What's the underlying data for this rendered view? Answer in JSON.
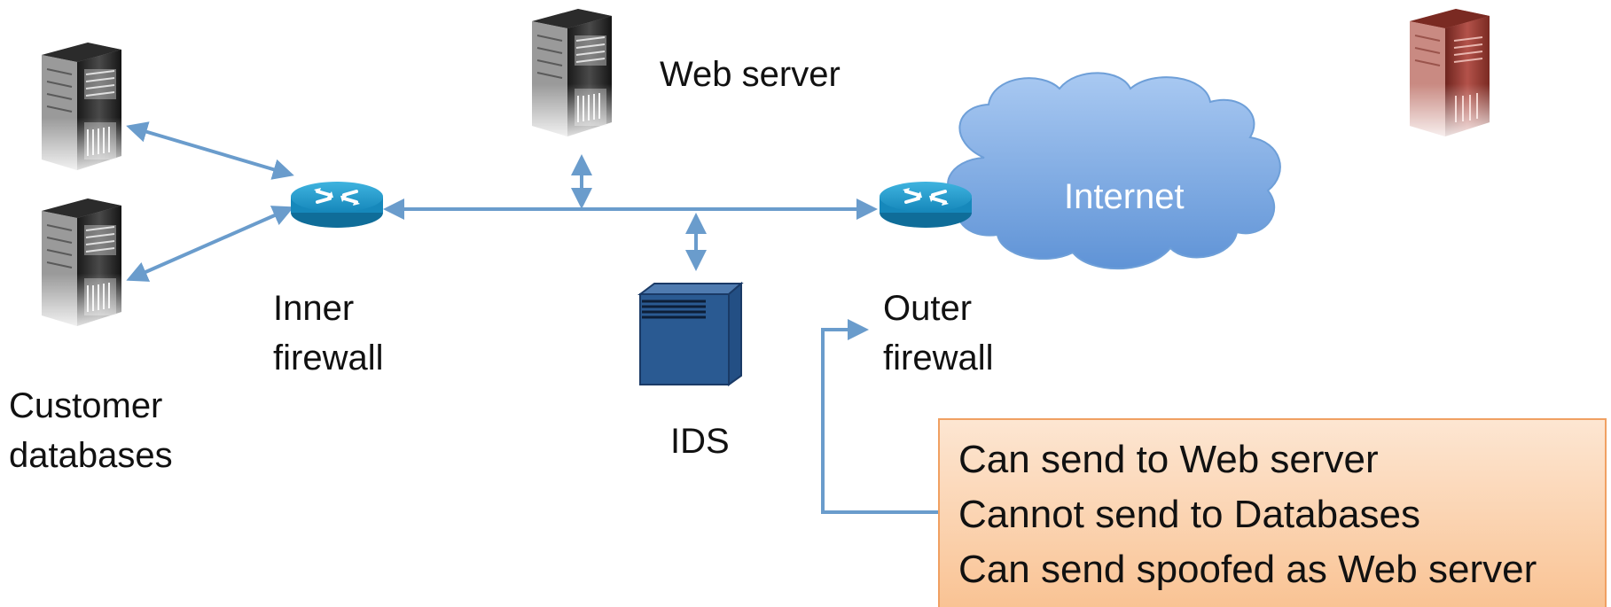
{
  "labels": {
    "web_server": "Web server",
    "internet": "Internet",
    "inner_firewall": "Inner\nfirewall",
    "outer_firewall": "Outer\nfirewall",
    "customer_databases": "Customer\ndatabases",
    "ids": "IDS"
  },
  "rules": [
    "Can send to Web server",
    "Cannot send to Databases",
    "Can send spoofed as Web server"
  ],
  "colors": {
    "link": "#6a9ccc",
    "cloud": "#8fb8e8",
    "router": "#1f96c8",
    "ids_box": "#2a5a92",
    "attacker_server": "#a8433a",
    "rule_box": "#f9c394"
  },
  "icons": [
    "server-icon",
    "router-icon",
    "cloud-icon",
    "ids-appliance-icon"
  ]
}
